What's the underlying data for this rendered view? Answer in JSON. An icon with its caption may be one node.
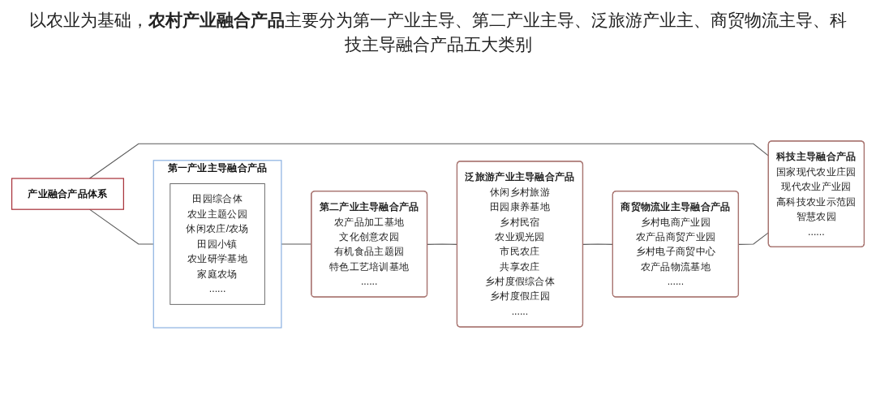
{
  "diagram": {
    "title": "以农业为基础，**农村产业融合产品**主要分为第一产业主导、第二产业主导、泛旅游产业主、商贸物流主导、科技主导融合产品五大类别",
    "nodes": [
      {
        "text": [
          "产业融合产品体系"
        ]
      },
      {
        "text": [
          "第一产业主导融合产品"
        ]
      },
      {
        "text": [
          "田园综合体",
          "农业主题公园",
          "休闲农庄/农场",
          "田园小镇",
          "农业研学基地",
          "家庭农场",
          "......"
        ],
        "in": 1
      },
      {
        "text": [
          "第二产业主导融合产品",
          "农产品加工基地",
          "文化创意农园",
          "有机食品主题园",
          "特色工艺培训基地",
          "......"
        ]
      },
      {
        "text": [
          "泛旅游产业主导融合产品",
          "休闲乡村旅游",
          "田园康养基地",
          "乡村民宿",
          "农业观光园",
          "市民农庄",
          "共享农庄",
          "乡村度假综合体",
          "乡村度假庄园",
          "......"
        ]
      },
      {
        "text": [
          "商贸物流业主导融合产品",
          "乡村电商产业园",
          "农产品商贸产业园",
          "乡村电子商贸中心",
          "农产品物流基地",
          "......"
        ]
      },
      {
        "text": [
          "科技主导融合产品",
          "国家现代农业庄园",
          "现代农业产业园",
          "高科技农业示范园",
          "智慧农园",
          "......"
        ]
      }
    ],
    "edges": [
      {
        "from": 0,
        "to": 1,
        "arrow": "none"
      },
      {
        "from": 0,
        "to": 6,
        "arrow": "none"
      },
      {
        "from": 1,
        "to": 3,
        "arrow": "none"
      },
      {
        "from": 3,
        "to": 4,
        "arrow": "none"
      },
      {
        "from": 4,
        "to": 5,
        "arrow": "none"
      },
      {
        "from": 5,
        "to": 6,
        "arrow": "none"
      }
    ]
  }
}
